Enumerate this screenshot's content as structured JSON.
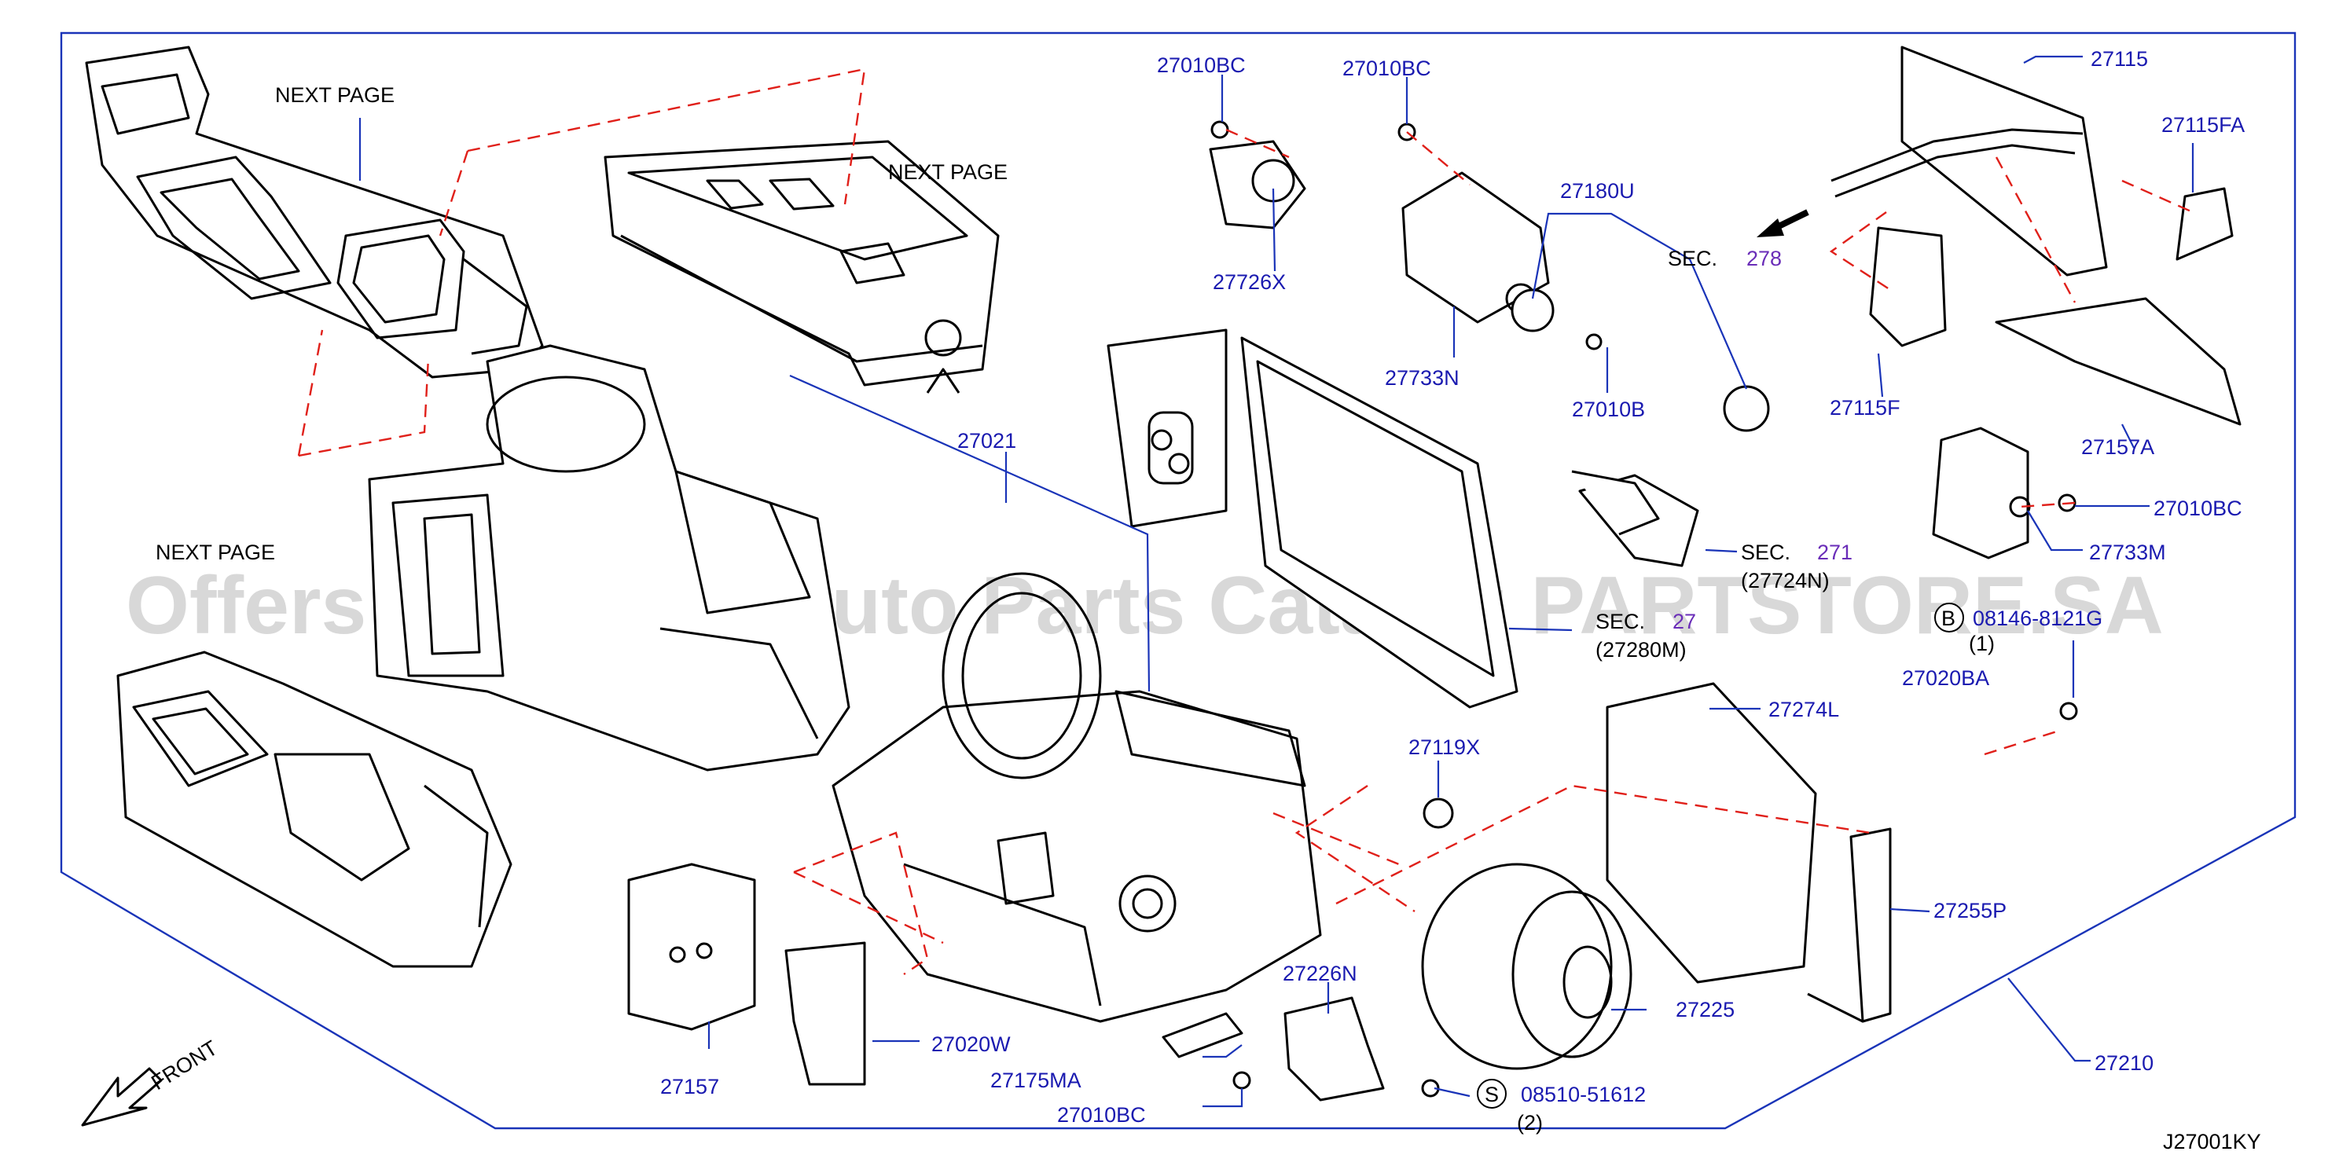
{
  "labels": {
    "next_page_1": "NEXT   PAGE",
    "next_page_2": "NEXT   PAGE",
    "next_page_3": "NEXT   PAGE",
    "p27010BC_a": "27010BC",
    "p27010BC_b": "27010BC",
    "p27726X": "27726X",
    "p27733N": "27733N",
    "p27180U": "27180U",
    "p27010B": "27010B",
    "p27021": "27021",
    "p27115": "27115",
    "p27115FA": "27115FA",
    "p27115F": "27115F",
    "p27157A": "27157A",
    "p27010BC_c": "27010BC",
    "p27733M": "27733M",
    "p27020BA": "27020BA",
    "p27274L": "27274L",
    "p27119X": "27119X",
    "p27255P": "27255P",
    "p27226N": "27226N",
    "p27225": "27225",
    "p27210": "27210",
    "p27157": "27157",
    "p27020W": "27020W",
    "p27175MA": "27175MA",
    "p27010BC_d": "27010BC",
    "bolt_b_code": "08146-8121G",
    "bolt_b_qty": "(1)",
    "screw_s_code": "08510-51612",
    "screw_s_qty": "(2)",
    "front": "FRONT",
    "diagram_id": "J27001KY"
  },
  "callouts": {
    "b": "B",
    "s": "S"
  },
  "sections": {
    "s278_prefix": "SEC.",
    "s278_num": "278",
    "s271_prefix": "SEC.",
    "s271_num": "271",
    "s271_sub": "(27724N)",
    "s27_prefix": "SEC.",
    "s27_num": "27",
    "s27_sub": "(27280M)"
  },
  "watermark": "Offers Merchant Auto Parts Catalog PARTSTORE.SA",
  "colors": {
    "label": "#1a1ab0",
    "leader": "#1a34b8",
    "dashed_guide": "#e0201a",
    "section_ref": "#6a2db8"
  }
}
